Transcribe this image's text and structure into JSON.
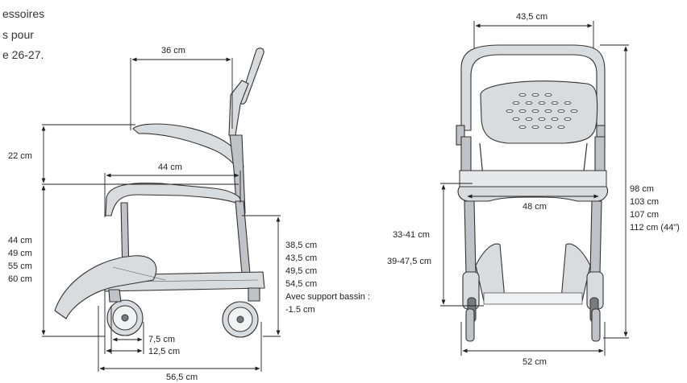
{
  "intro_text": {
    "line1": "essoires",
    "line2": "s pour",
    "line3": "e 26-27."
  },
  "side_view": {
    "backrest_width": "36 cm",
    "seat_depth": "44 cm",
    "armrest_height": "22 cm",
    "seat_heights": [
      "44 cm",
      "49 cm",
      "55 cm",
      "60 cm"
    ],
    "seat_frame_heights": [
      "38,5 cm",
      "43,5 cm",
      "49,5 cm",
      "54,5 cm"
    ],
    "commode_label": "Avec support bassin :",
    "commode_value": "-1.5 cm",
    "wheel_offsets": [
      "7,5 cm",
      "12,5 cm"
    ],
    "total_length": "56,5 cm"
  },
  "front_view": {
    "top_width": "43,5 cm",
    "seat_width": "48 cm",
    "heights": [
      "98 cm",
      "103 cm",
      "107 cm",
      "112 cm (44\")"
    ],
    "pan_range_1": "33-41 cm",
    "pan_range_2": "39-47,5 cm",
    "base_width": "52 cm"
  }
}
